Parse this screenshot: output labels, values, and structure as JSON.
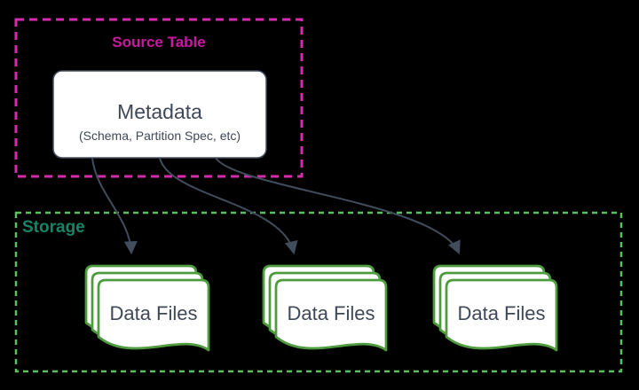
{
  "diagram": {
    "source_table": {
      "label": "Source Table",
      "metadata_node": {
        "title": "Metadata",
        "subtitle": "(Schema, Partition Spec, etc)"
      }
    },
    "storage": {
      "label": "Storage",
      "data_file_stacks": [
        {
          "label": "Data Files"
        },
        {
          "label": "Data Files"
        },
        {
          "label": "Data Files"
        }
      ]
    },
    "edges": [
      {
        "from": "Metadata",
        "to": "Data Files (left)"
      },
      {
        "from": "Metadata",
        "to": "Data Files (middle)"
      },
      {
        "from": "Metadata",
        "to": "Data Files (right)"
      }
    ],
    "colors": {
      "background": "#000000",
      "source_table_border": "#D62BAC",
      "source_table_label": "#C9199E",
      "storage_border": "#5CBF60",
      "storage_label": "#178467",
      "node_fill": "#FFFFFF",
      "node_border": "#475063",
      "node_text": "#3E4857",
      "document_border": "#4E9C3E",
      "arrow": "#414C5C"
    }
  }
}
